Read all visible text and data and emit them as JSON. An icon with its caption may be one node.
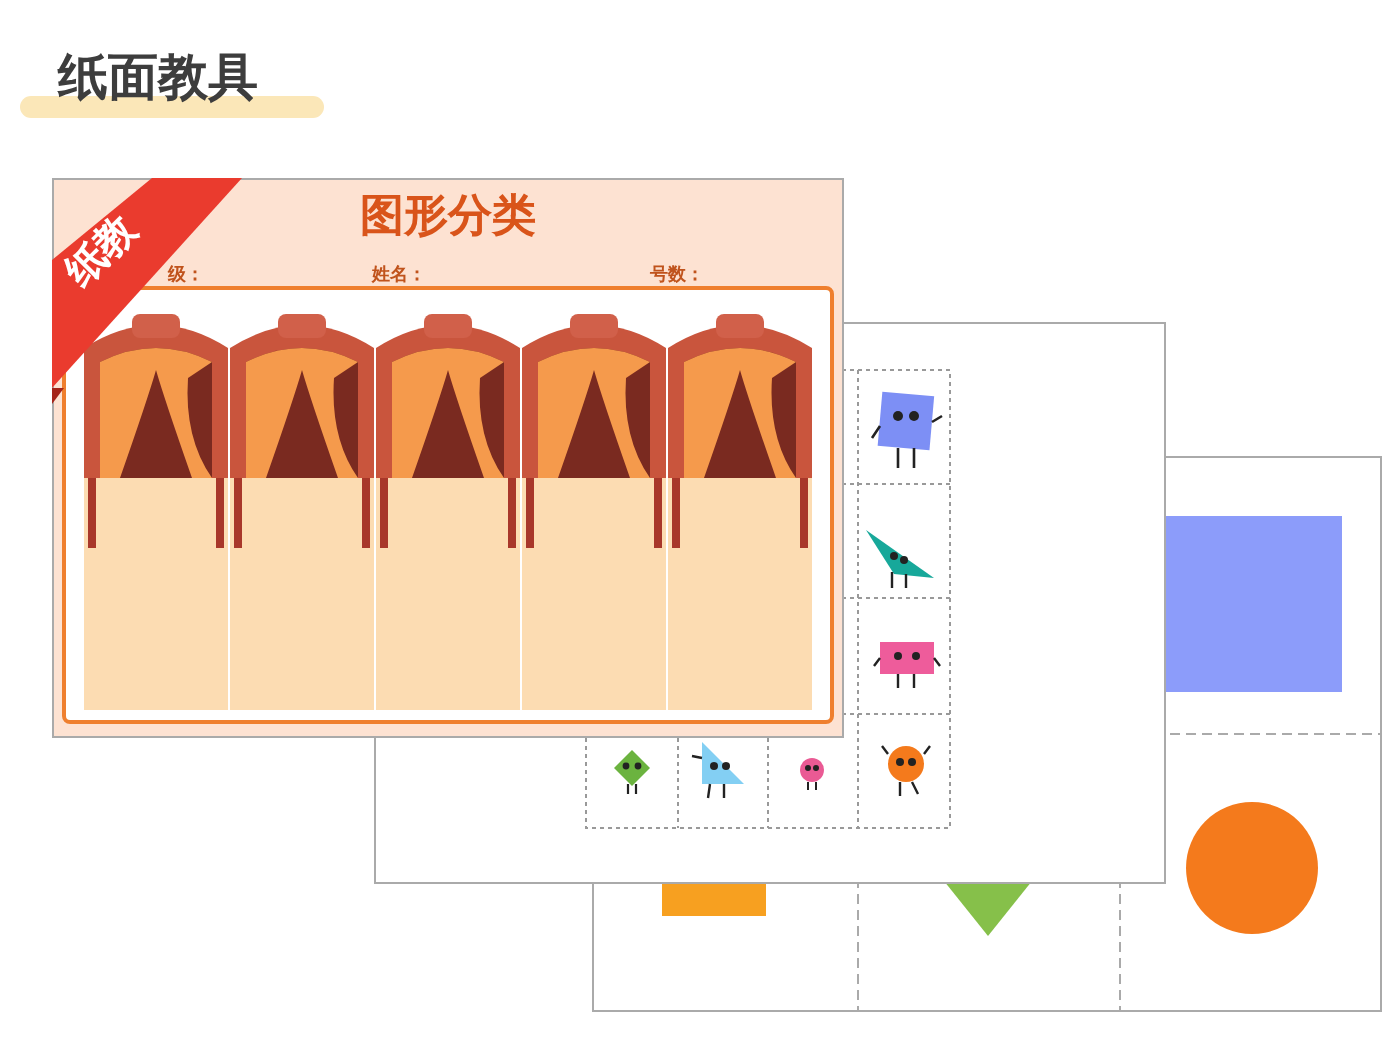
{
  "diagram": {
    "title": "纸面教具",
    "labels": [
      "纸教",
      "图形分类",
      "级：",
      "姓名：",
      "号数："
    ]
  }
}
